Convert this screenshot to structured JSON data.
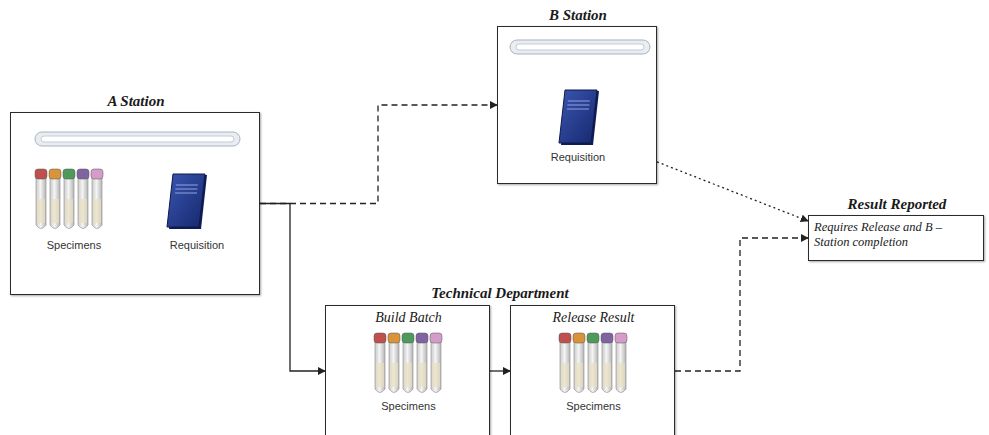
{
  "diagram": {
    "nodes": [
      {
        "text": [
          "A Station",
          "Specimens",
          "Requisition"
        ]
      },
      {
        "text": [
          "B Station",
          "Requisition"
        ]
      },
      {
        "text": [
          "Build Batch",
          "Specimens"
        ]
      },
      {
        "text": [
          "Release Result",
          "Specimens"
        ]
      },
      {
        "text": [
          "Result Reported",
          "Requires Release and B – Station completion"
        ]
      }
    ],
    "edges": [
      {
        "from": 0,
        "to": 1,
        "arrow": "to"
      },
      {
        "from": 0,
        "to": 2,
        "arrow": "to"
      },
      {
        "from": 2,
        "to": 3,
        "arrow": "to"
      },
      {
        "from": 3,
        "to": 4,
        "arrow": "to"
      },
      {
        "from": 1,
        "to": 4,
        "arrow": "to"
      }
    ],
    "labels": [
      "Technical Department"
    ]
  }
}
